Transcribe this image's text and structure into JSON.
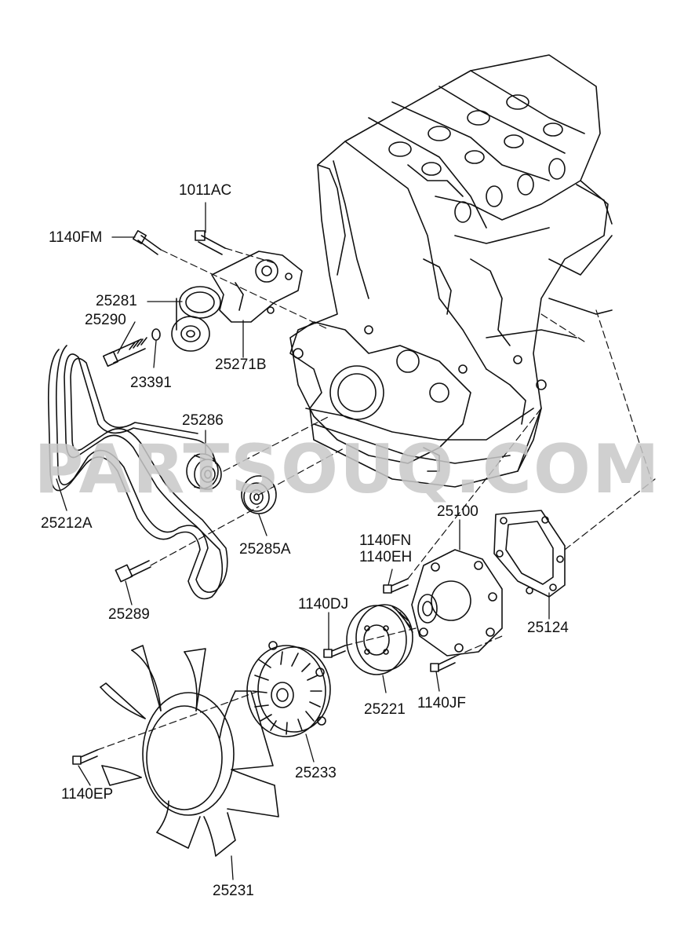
{
  "watermark": "PARTSOUQ.COM",
  "parts": {
    "p1011AC": "1011AC",
    "p1140FM": "1140FM",
    "p25281": "25281",
    "p25290": "25290",
    "p23391": "23391",
    "p25271B": "25271B",
    "p25286": "25286",
    "p25212A": "25212A",
    "p25285A": "25285A",
    "p25289": "25289",
    "p25100": "25100",
    "p1140FN": "1140FN",
    "p1140EH": "1140EH",
    "p1140DJ": "1140DJ",
    "p25124": "25124",
    "p25221": "25221",
    "p1140JF": "1140JF",
    "p25233": "25233",
    "p1140EP": "1140EP",
    "p25231": "25231"
  }
}
